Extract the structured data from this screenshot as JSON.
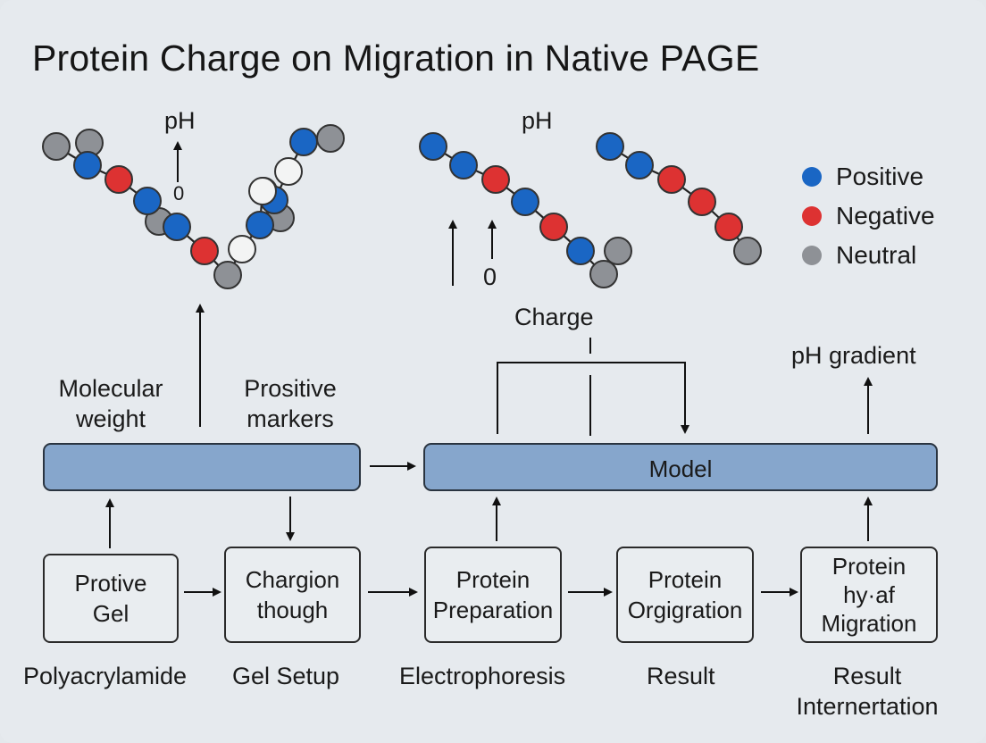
{
  "title": "Protein Charge on Migration in Native PAGE",
  "colors": {
    "positive": "#1a66c4",
    "negative": "#dd3232",
    "neutral": "#8e9196",
    "white": "#f3f4f4",
    "bar": "#86a6cc"
  },
  "legend": [
    {
      "label": "Positive",
      "color": "#1a66c4"
    },
    {
      "label": "Negative",
      "color": "#dd3232"
    },
    {
      "label": "Neutral",
      "color": "#8e9196"
    }
  ],
  "labels": {
    "ph_left": "pH",
    "ph_center": "pH",
    "marker_left": "0",
    "marker_center": "0",
    "charge": "Charge",
    "ph_gradient": "pH gradient",
    "mw_line1": "Molecular",
    "mw_line2": "weight",
    "pm_line1": "Prositive",
    "pm_line2": "markers"
  },
  "bars": {
    "model": "Model"
  },
  "process_boxes": [
    {
      "lines": [
        "Protive",
        "Gel"
      ]
    },
    {
      "lines": [
        "Chargion",
        "though"
      ]
    },
    {
      "lines": [
        "Protein",
        "Preparation"
      ]
    },
    {
      "lines": [
        "Protein",
        "Orgigration"
      ]
    },
    {
      "lines": [
        "Protein",
        "hy·af",
        "Migration"
      ]
    }
  ],
  "captions": [
    "Polyacrylamide",
    "Gel Setup",
    "Electrophoresis",
    "Result",
    "Result Internertation"
  ],
  "chains": {
    "v_shape": [
      "neutral",
      "positive",
      "negative",
      "positive",
      "positive",
      "negative",
      "neutral",
      "white",
      "positive",
      "positive",
      "white",
      "positive",
      "white",
      "neutral"
    ],
    "middle": [
      "positive",
      "positive",
      "negative",
      "positive",
      "negative",
      "positive",
      "neutral"
    ],
    "right": [
      "positive",
      "positive",
      "negative",
      "negative",
      "negative",
      "neutral"
    ]
  }
}
